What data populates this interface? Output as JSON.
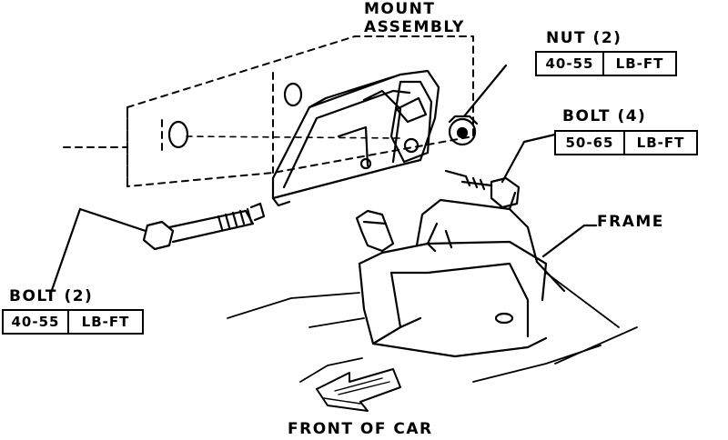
{
  "labels": {
    "mount_assembly_line1": "MOUNT",
    "mount_assembly_line2": "ASSEMBLY",
    "nut": "NUT (2)",
    "bolt_upper": "BOLT (4)",
    "frame": "FRAME",
    "bolt_left": "BOLT (2)",
    "front_of_car": "FRONT OF CAR"
  },
  "torque_specs": {
    "nut": {
      "value": "40-55",
      "unit": "LB-FT"
    },
    "bolt_upper": {
      "value": "50-65",
      "unit": "LB-FT"
    },
    "bolt_left": {
      "value": "40-55",
      "unit": "LB-FT"
    }
  }
}
